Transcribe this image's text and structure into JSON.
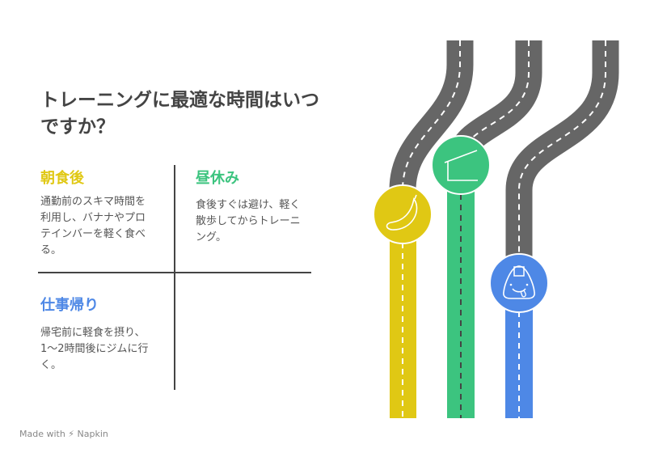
{
  "title": "トレーニングに最適な時間はいつですか？",
  "quadrants": [
    {
      "heading": "朝食後",
      "text": "通勤前のスキマ時間を利用し、バナナやプロテインバーを軽く食べる。",
      "color": "#E0C814"
    },
    {
      "heading": "昼休み",
      "text": "食後すぐは避け、軽く散歩してからトレーニング。",
      "color": "#3CC47F"
    },
    {
      "heading": "仕事帰り",
      "text": "帰宅前に軽食を摂り、1〜2時間後にジムに行く。",
      "color": "#4E88E6"
    }
  ],
  "roads": [
    {
      "icon": "banana-icon",
      "color": "#E0C814"
    },
    {
      "icon": "lunch-box-icon",
      "color": "#3CC47F"
    },
    {
      "icon": "onigiri-icon",
      "color": "#4E88E6"
    }
  ],
  "footer": "Made with ⚡ Napkin"
}
